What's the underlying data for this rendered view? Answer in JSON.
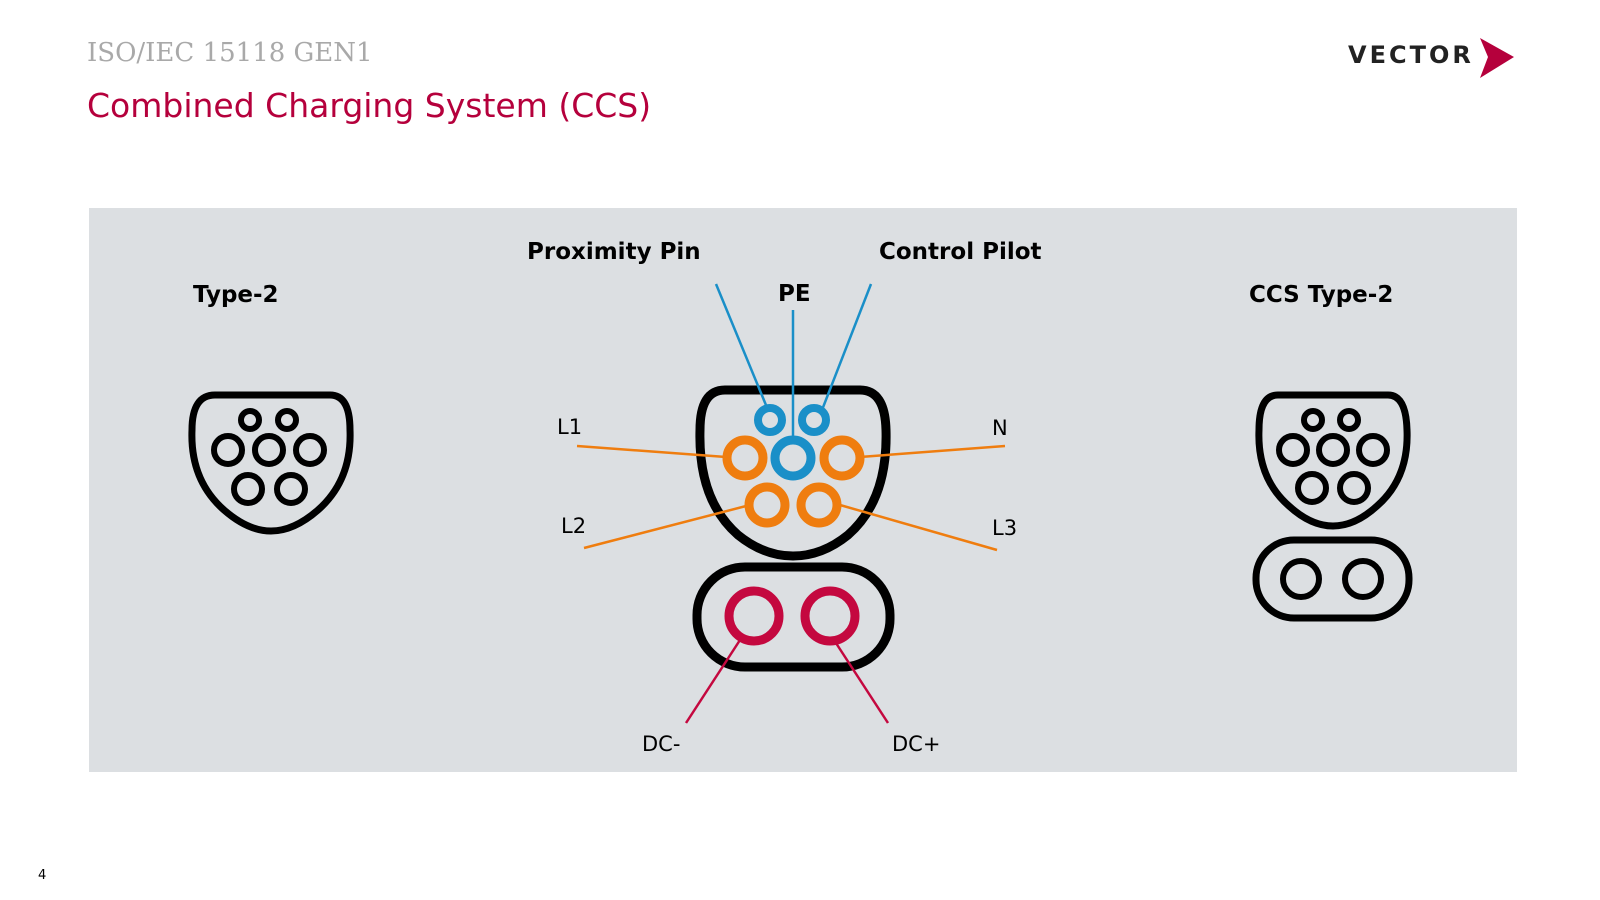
{
  "header": {
    "subtitle": "ISO/IEC 15118 GEN1",
    "title": "Combined Charging System (CCS)"
  },
  "logo": {
    "text": "VECTOR"
  },
  "diagram": {
    "left_connector_label": "Type-2",
    "right_connector_label": "CCS Type-2",
    "pins": {
      "proximity_pin": "Proximity Pin",
      "control_pilot": "Control Pilot",
      "pe": "PE",
      "l1": "L1",
      "l2": "L2",
      "l3": "L3",
      "n": "N",
      "dc_minus": "DC-",
      "dc_plus": "DC+"
    },
    "colors": {
      "signal_pins": "#1a8fc8",
      "ac_pins": "#ef7d0f",
      "dc_pins": "#c4083f",
      "outline": "#000000",
      "panel": "#dcdfe2",
      "title": "#b5003c",
      "subtitle": "#a9a9a9"
    }
  },
  "page_number": "4"
}
